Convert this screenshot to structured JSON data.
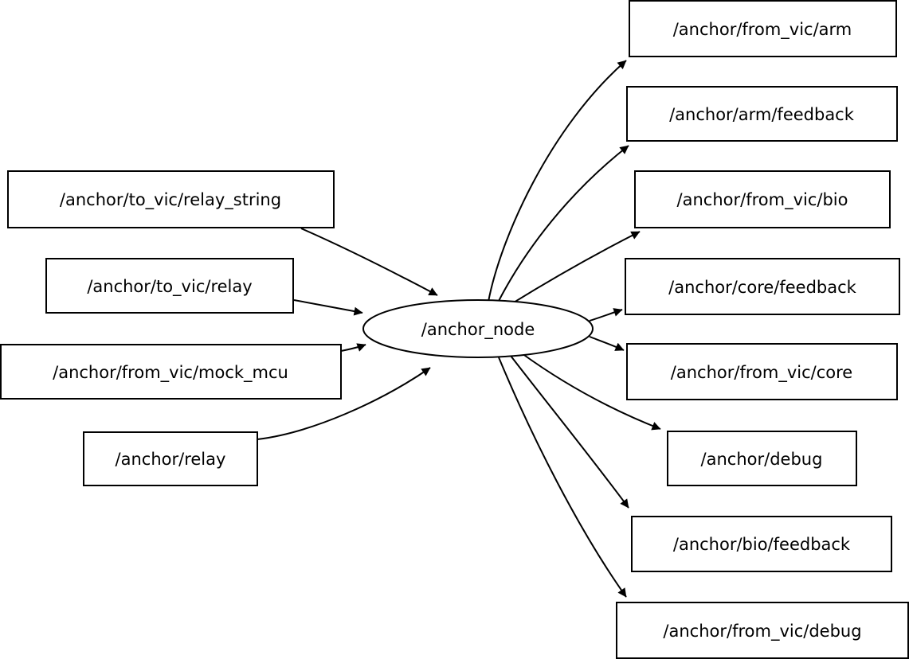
{
  "colors": {
    "background": "#ffffff",
    "node_fill": "#ffffff",
    "node_stroke": "#000000",
    "text": "#000000",
    "edge": "#000000"
  },
  "graph": {
    "center_node": {
      "label": "/anchor_node",
      "shape": "ellipse"
    },
    "input_topics": [
      {
        "label": "/anchor/to_vic/relay_string"
      },
      {
        "label": "/anchor/to_vic/relay"
      },
      {
        "label": "/anchor/from_vic/mock_mcu"
      },
      {
        "label": "/anchor/relay"
      }
    ],
    "output_topics": [
      {
        "label": "/anchor/from_vic/arm"
      },
      {
        "label": "/anchor/arm/feedback"
      },
      {
        "label": "/anchor/from_vic/bio"
      },
      {
        "label": "/anchor/core/feedback"
      },
      {
        "label": "/anchor/from_vic/core"
      },
      {
        "label": "/anchor/debug"
      },
      {
        "label": "/anchor/bio/feedback"
      },
      {
        "label": "/anchor/from_vic/debug"
      }
    ],
    "edges": [
      {
        "from": "/anchor/to_vic/relay_string",
        "to": "/anchor_node"
      },
      {
        "from": "/anchor/to_vic/relay",
        "to": "/anchor_node"
      },
      {
        "from": "/anchor/from_vic/mock_mcu",
        "to": "/anchor_node"
      },
      {
        "from": "/anchor/relay",
        "to": "/anchor_node"
      },
      {
        "from": "/anchor_node",
        "to": "/anchor/from_vic/arm"
      },
      {
        "from": "/anchor_node",
        "to": "/anchor/arm/feedback"
      },
      {
        "from": "/anchor_node",
        "to": "/anchor/from_vic/bio"
      },
      {
        "from": "/anchor_node",
        "to": "/anchor/core/feedback"
      },
      {
        "from": "/anchor_node",
        "to": "/anchor/from_vic/core"
      },
      {
        "from": "/anchor_node",
        "to": "/anchor/debug"
      },
      {
        "from": "/anchor_node",
        "to": "/anchor/bio/feedback"
      },
      {
        "from": "/anchor_node",
        "to": "/anchor/from_vic/debug"
      }
    ]
  }
}
